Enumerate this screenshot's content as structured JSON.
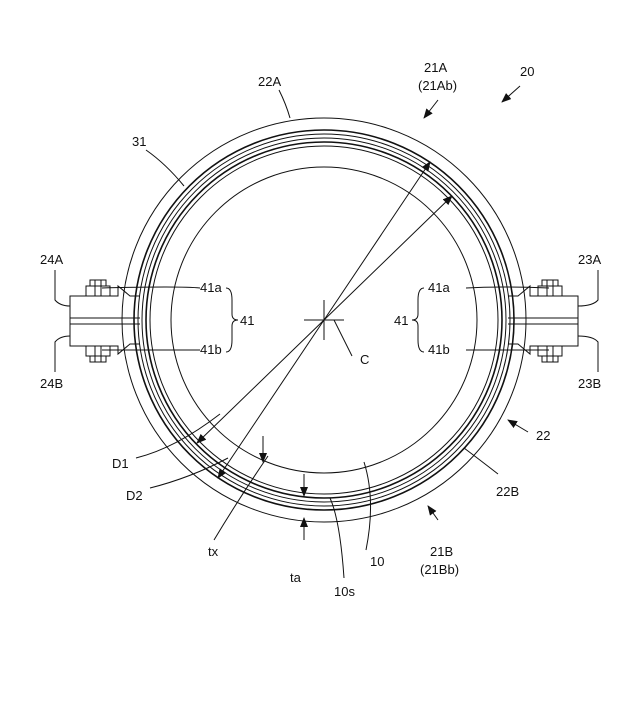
{
  "figure": {
    "labels": {
      "l20": "20",
      "l21A": "21A",
      "l21Ab": "(21Ab)",
      "l22A": "22A",
      "l31": "31",
      "l24A": "24A",
      "l24B": "24B",
      "l23A": "23A",
      "l23B": "23B",
      "l41a_left": "41a",
      "l41b_left": "41b",
      "l41_left": "41",
      "l41a_right": "41a",
      "l41b_right": "41b",
      "l41_right": "41",
      "lC": "C",
      "l22": "22",
      "lD1": "D1",
      "lD2": "D2",
      "l22B": "22B",
      "l21B": "21B",
      "l21Bb": "(21Bb)",
      "ltx": "tx",
      "lta": "ta",
      "l10": "10",
      "l10s": "10s"
    },
    "colors": {
      "line": "#111111",
      "background": "#ffffff"
    }
  }
}
